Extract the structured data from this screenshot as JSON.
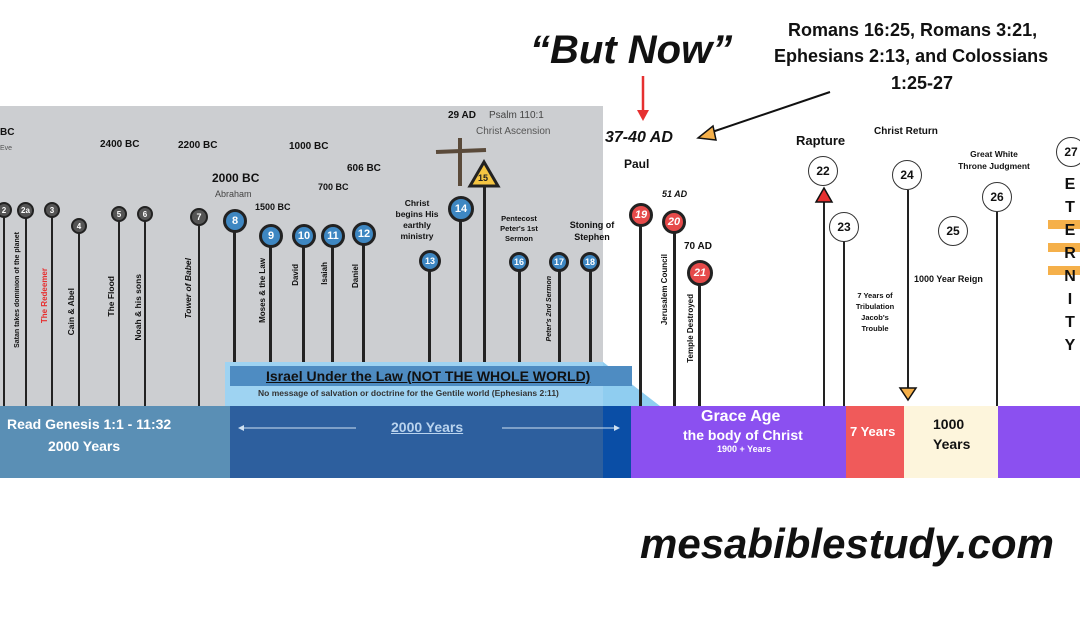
{
  "header": {
    "but_now": "“But Now”",
    "references": [
      "Romans 16:25, Romans 3:21,",
      "Ephesians 2:13, and Colossians",
      "1:25-27"
    ],
    "date_37_40": "37-40 AD",
    "paul": "Paul"
  },
  "dates": {
    "bc_edge": "BC",
    "eve": "Eve",
    "d2400": "2400 BC",
    "d2200": "2200 BC",
    "d2000": "2000 BC",
    "abraham": "Abraham",
    "d1500": "1500 BC",
    "d1000": "1000 BC",
    "d700": "700 BC",
    "d606": "606 BC",
    "d29ad": "29 AD",
    "psalm": "Psalm 110:1",
    "ascension": "Christ Ascension",
    "d51ad": "51 AD",
    "d70ad": "70 AD"
  },
  "markers": [
    "2",
    "2a",
    "3",
    "4",
    "5",
    "6",
    "7",
    "8",
    "9",
    "10",
    "11",
    "12",
    "13",
    "14",
    "15",
    "16",
    "17",
    "18",
    "19",
    "20",
    "21",
    "22",
    "23",
    "24",
    "25",
    "26",
    "27"
  ],
  "labels": {
    "satan": "Satan takes dominion of the planet",
    "redeemer": "The Redeemer",
    "cain": "Cain & Abel",
    "flood": "The Flood",
    "noah": "Noah & his sons",
    "babel": "Tower of Babel",
    "moses": "Moses & the Law",
    "david": "David",
    "isaiah": "Isaiah",
    "daniel": "Daniel",
    "christ_ministry": [
      "Christ",
      "begins His",
      "earthly",
      "ministry"
    ],
    "pentecost": [
      "Pentecost",
      "Peter's 1st",
      "Sermon"
    ],
    "peter2": "Peter's 2nd Sermon",
    "stoning": [
      "Stoning of",
      "Stephen"
    ],
    "jerusalem": "Jerusalem Council",
    "temple": "Temple Destroyed",
    "rapture": "Rapture",
    "christ_return": "Christ Return",
    "gwt": [
      "Great White",
      "Throne Judgment"
    ],
    "tribulation": [
      "7 Years of",
      "Tribulation",
      "Jacob's",
      "Trouble"
    ],
    "reign": "1000 Year Reign",
    "eternity": [
      "E",
      "T",
      "E",
      "R",
      "N",
      "I",
      "T",
      "Y"
    ]
  },
  "israel_box": {
    "title": "Israel Under the Law (NOT THE WHOLE WORLD)",
    "subtitle": "No message of salvation or doctrine for the Gentile world  (Ephesians 2:11)"
  },
  "band": {
    "genesis": "Read Genesis 1:1 - 11:32",
    "genesis_years": "2000 Years",
    "israel_years": "2000 Years",
    "grace_title": "Grace Age",
    "grace_sub": "the body of Christ",
    "grace_years": "1900 + Years",
    "seven": "7 Years",
    "thousand": [
      "1000",
      "Years"
    ]
  },
  "colors": {
    "gray_panel": "#ccced1",
    "genesis_band": "#5a8fb5",
    "israel_band": "#2d5f9e",
    "grace_band": "#8b50f0",
    "tribulation_band": "#f05a5a",
    "millennium_band": "#fdf5dc",
    "accent_red": "#e63030"
  },
  "footer": {
    "site": "mesabiblestudy.com"
  }
}
